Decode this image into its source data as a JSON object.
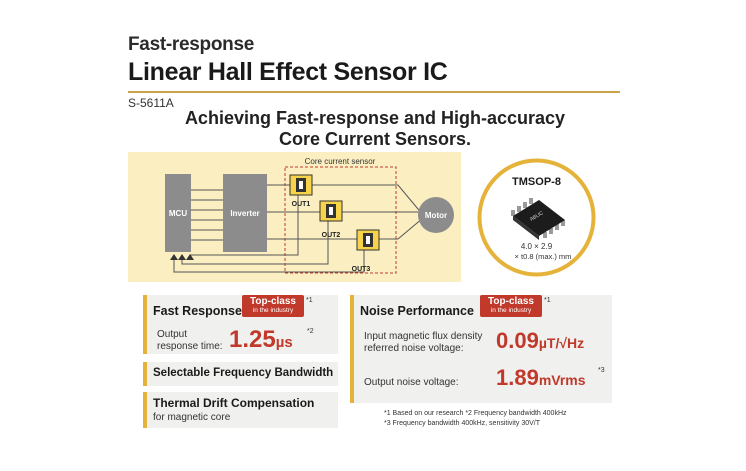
{
  "header": {
    "title_line1": "Fast-response",
    "title_line2": "Linear Hall Effect Sensor IC",
    "model": "S-5611A",
    "headline_line1": "Achieving Fast-response and High-accuracy",
    "headline_line2": "Core Current Sensors."
  },
  "diagram": {
    "group_label": "Core current sensor",
    "mcu_label": "MCU",
    "inverter_label": "Inverter",
    "motor_label": "Motor",
    "out1_label": "OUT1",
    "out2_label": "OUT2",
    "out3_label": "OUT3"
  },
  "package": {
    "name": "TMSOP-8",
    "chip_mark": "ABLIC",
    "dims_line1": "4.0 × 2.9",
    "dims_line2": "× t0.8 (max.) mm"
  },
  "features": {
    "fast_response": {
      "title": "Fast Response",
      "badge_main": "Top-class",
      "badge_sub": "in the industry",
      "badge_note": "*1",
      "label_line1": "Output",
      "label_line2": "response time:",
      "value": "1.25",
      "unit": "µs",
      "value_note": "*2"
    },
    "freq_bandwidth": {
      "title": "Selectable Frequency Bandwidth"
    },
    "thermal_drift": {
      "title": "Thermal Drift Compensation",
      "subtitle": "for magnetic core"
    },
    "noise": {
      "title": "Noise Performance",
      "badge_main": "Top-class",
      "badge_sub": "in the industry",
      "badge_note": "*1",
      "flux_label_line1": "Input magnetic flux density",
      "flux_label_line2": "referred noise voltage:",
      "flux_value": "0.09",
      "flux_unit": "µT/√Hz",
      "out_label": "Output noise voltage:",
      "out_value": "1.89",
      "out_unit": "mVrms",
      "out_note": "*3"
    }
  },
  "footnotes": {
    "line1": "*1 Based on our research  *2  Frequency bandwidth 400kHz",
    "line2": "*3 Frequency bandwidth 400kHz, sensitivity 30V/T"
  },
  "colors": {
    "accent_gold": "#e5b33a",
    "badge_red": "#c0392b",
    "diagram_bg": "#fbefc2",
    "block_gray": "#8c8c8c"
  }
}
